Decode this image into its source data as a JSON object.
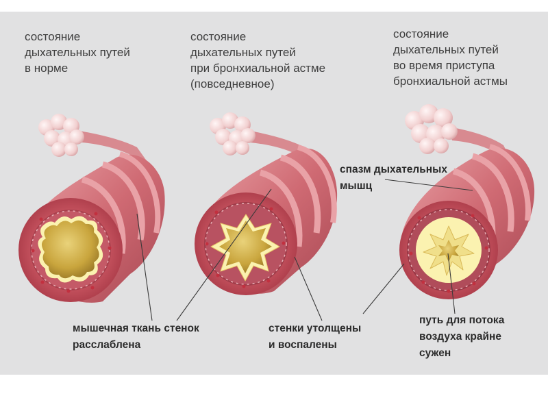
{
  "titles": {
    "normal": [
      "состояние",
      "дыхательных путей",
      "в норме"
    ],
    "asthma": [
      "состояние",
      "дыхательных путей",
      "при бронхиальной астме",
      "(повседневное)"
    ],
    "attack": [
      "состояние",
      "дыхательных путей",
      "во время приступа",
      "бронхиальной астмы"
    ]
  },
  "labels": {
    "spasm": [
      "спазм дыхательных",
      "мышц"
    ],
    "muscle_relaxed": [
      "мышечная ткань стенок",
      "расслаблена"
    ],
    "walls_thickened": [
      "стенки утолщены",
      "и воспалены"
    ],
    "airflow_narrow": [
      "путь для потока",
      "воздуха крайне",
      "сужен"
    ]
  },
  "colors": {
    "background": "#e1e1e2",
    "tube": "#cf6a73",
    "tube_band": "#e59aa0",
    "wall": "#c74d5a",
    "inner_wall": "#b65864",
    "mucus": "#fbf2b0",
    "lumen": "#c7a33a",
    "alveoli": "#f5dcdc"
  }
}
